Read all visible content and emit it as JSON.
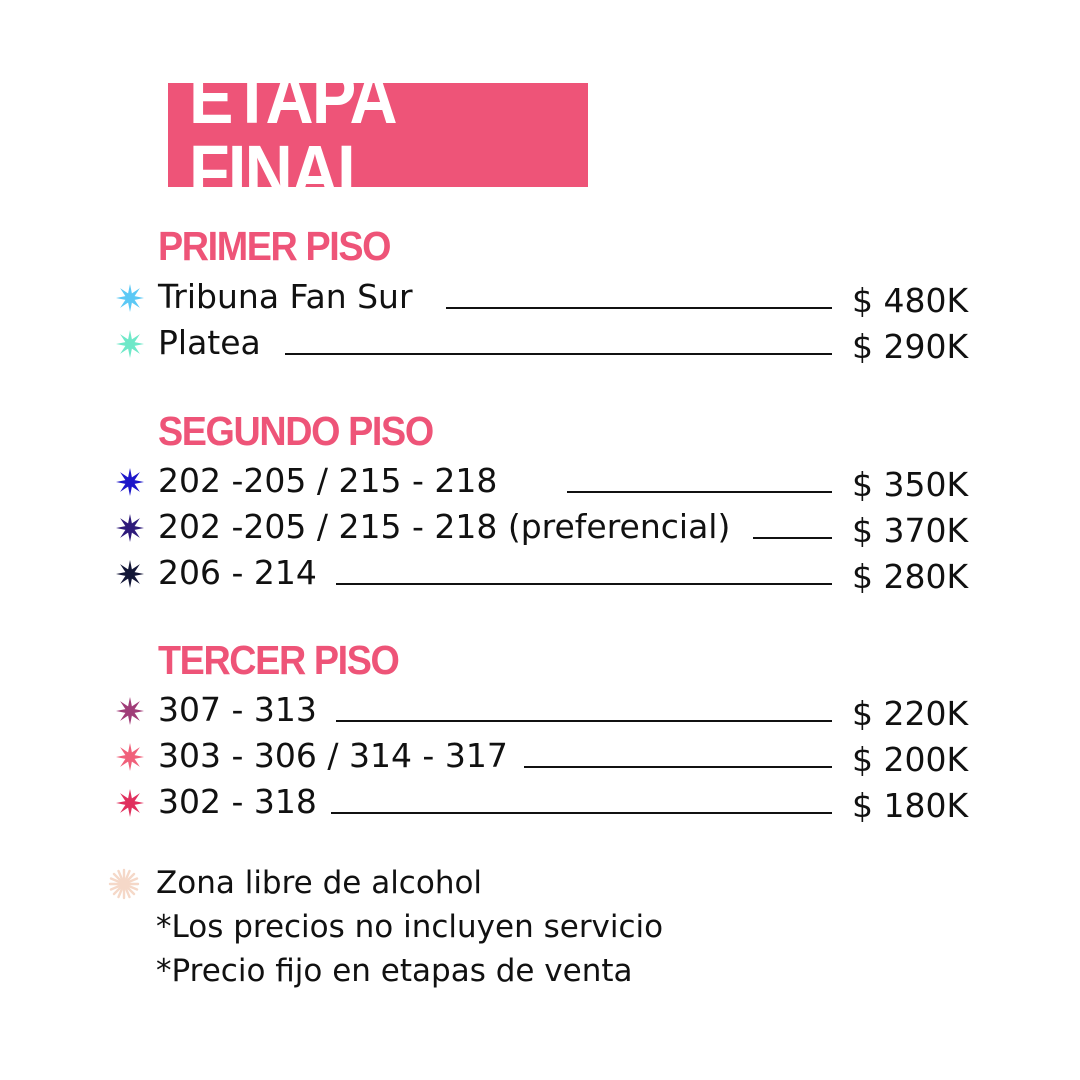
{
  "title": "ETAPA FINAL",
  "colors": {
    "accent": "#ee5478",
    "text": "#111111",
    "background": "#ffffff"
  },
  "sections": [
    {
      "heading": "PRIMER PISO",
      "items": [
        {
          "label": "Tribuna Fan Sur",
          "price": "$ 480K",
          "color": "#5bc8f5"
        },
        {
          "label": "Platea",
          "price": "$ 290K",
          "color": "#6ee8c8"
        }
      ]
    },
    {
      "heading": "SEGUNDO PISO",
      "items": [
        {
          "label": "202 -205 / 215 - 218",
          "price": "$ 350K",
          "color": "#1c16c9"
        },
        {
          "label": "202 -205 / 215 - 218 (preferencial)",
          "price": "$ 370K",
          "color": "#2e1a7a"
        },
        {
          "label": "206 - 214",
          "price": "$ 280K",
          "color": "#121636"
        }
      ]
    },
    {
      "heading": "TERCER PISO",
      "items": [
        {
          "label": "307 - 313",
          "price": "$ 220K",
          "color": "#a03c78"
        },
        {
          "label": "303 - 306 / 314 - 317",
          "price": "$ 200K",
          "color": "#f0607a"
        },
        {
          "label": "302 - 318",
          "price": "$ 180K",
          "color": "#e0305e"
        }
      ]
    }
  ],
  "notes": {
    "alcohol_free": "Zona libre de alcohol",
    "alcohol_free_icon_color": "#f5d8c8",
    "service": "*Los precios no incluyen servicio",
    "fixed_price": "*Precio fijo en etapas de venta"
  }
}
